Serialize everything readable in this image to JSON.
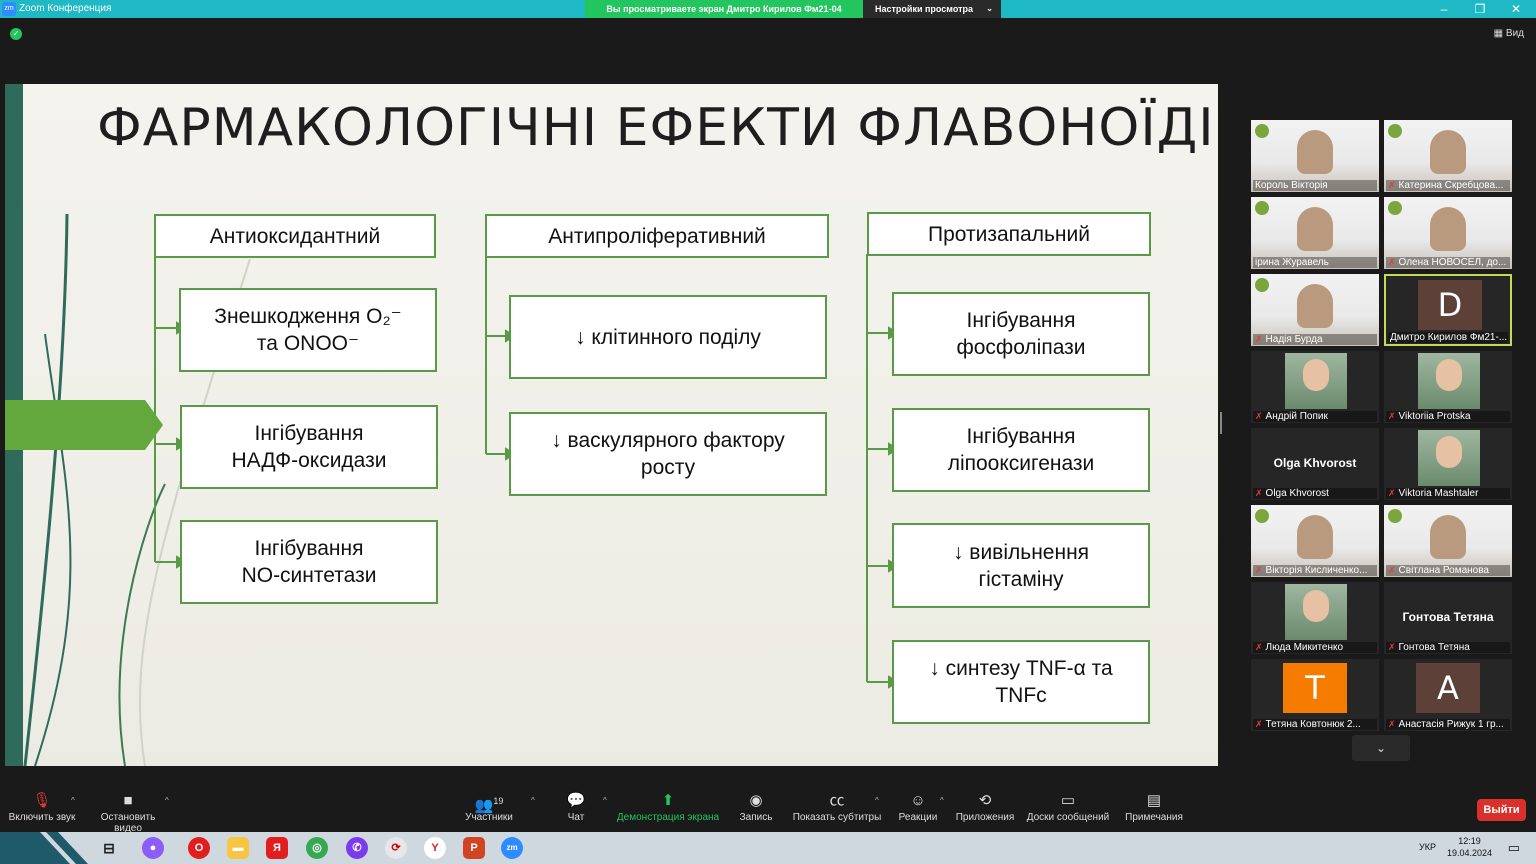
{
  "window": {
    "app_title": "Zoom Конференция",
    "share_banner": "Вы просматриваете экран Дмитро Кирилов Фм21-04",
    "view_options": "Настройки просмотра",
    "view_button": "Вид",
    "minimize": "–",
    "restore": "❐",
    "close": "✕"
  },
  "slide": {
    "title": "ФАРМАКОЛОГІЧНІ ЕФЕКТИ ФЛАВОНОЇДІВ",
    "columns": [
      {
        "header": "Антиоксидантний",
        "items": [
          {
            "line1": "Знешкодження O₂⁻",
            "line2": "та ONOO⁻"
          },
          {
            "line1": "Інгібування",
            "line2": "НАДФ-оксидази"
          },
          {
            "line1": "Інгібування",
            "line2": "NO-синтетази"
          }
        ]
      },
      {
        "header": "Антипроліферативний",
        "items": [
          {
            "line1": "↓ клітинного поділу",
            "line2": ""
          },
          {
            "line1": "↓ васкулярного фактору",
            "line2": "росту"
          }
        ]
      },
      {
        "header": "Протизапальний",
        "items": [
          {
            "line1": "Інгібування",
            "line2": "фосфоліпази"
          },
          {
            "line1": "Інгібування",
            "line2": "ліпооксигенази"
          },
          {
            "line1": "↓ вивільнення",
            "line2": "гістаміну"
          },
          {
            "line1": "↓ синтезу TNF-α та",
            "line2": "TNFc"
          }
        ]
      }
    ]
  },
  "participants": [
    {
      "name": "Король Вікторія",
      "muted": false,
      "kind": "video"
    },
    {
      "name": "Катерина Скребцова...",
      "muted": true,
      "kind": "video"
    },
    {
      "name": "ірина Журавель",
      "muted": false,
      "kind": "video"
    },
    {
      "name": "Олена НОВОСЕЛ, до...",
      "muted": true,
      "kind": "video"
    },
    {
      "name": "Надія Бурда",
      "muted": true,
      "kind": "video"
    },
    {
      "name": "Дмитро Кирилов Фм21-...",
      "muted": false,
      "kind": "avatar",
      "letter": "D",
      "color": "#5d4037"
    },
    {
      "name": "Андрій Попик",
      "muted": true,
      "kind": "photo"
    },
    {
      "name": "Viktoriia Protska",
      "muted": true,
      "kind": "photo"
    },
    {
      "name": "Olga Khvorost",
      "muted": true,
      "kind": "text",
      "display": "Olga Khvorost"
    },
    {
      "name": "Viktoria Mashtaler",
      "muted": true,
      "kind": "photo"
    },
    {
      "name": "Вікторія Кисличенко...",
      "muted": true,
      "kind": "video"
    },
    {
      "name": "Світлана Романова",
      "muted": true,
      "kind": "video"
    },
    {
      "name": "Люда Микитенко",
      "muted": true,
      "kind": "photo"
    },
    {
      "name": "Гонтова Тетяна",
      "muted": true,
      "kind": "text",
      "display": "Гонтова Тетяна"
    },
    {
      "name": "Тетяна Ковтонюк 2...",
      "muted": true,
      "kind": "avatar",
      "letter": "T",
      "color": "#f57c00"
    },
    {
      "name": "Анастасія Рижук 1 гр...",
      "muted": true,
      "kind": "avatar",
      "letter": "A",
      "color": "#5d4037"
    }
  ],
  "toolbar": {
    "audio": "Включить звук",
    "video": "Остановить видео",
    "participants": "Участники",
    "participants_count": "19",
    "chat": "Чат",
    "share": "Демонстрация экрана",
    "record": "Запись",
    "captions": "Показать субтитры",
    "reactions": "Реакции",
    "apps": "Приложения",
    "whiteboards": "Доски сообщений",
    "notes": "Примечания",
    "leave": "Выйти"
  },
  "taskbar": {
    "lang": "УКР",
    "time": "12:19",
    "date": "19.04.2024"
  }
}
